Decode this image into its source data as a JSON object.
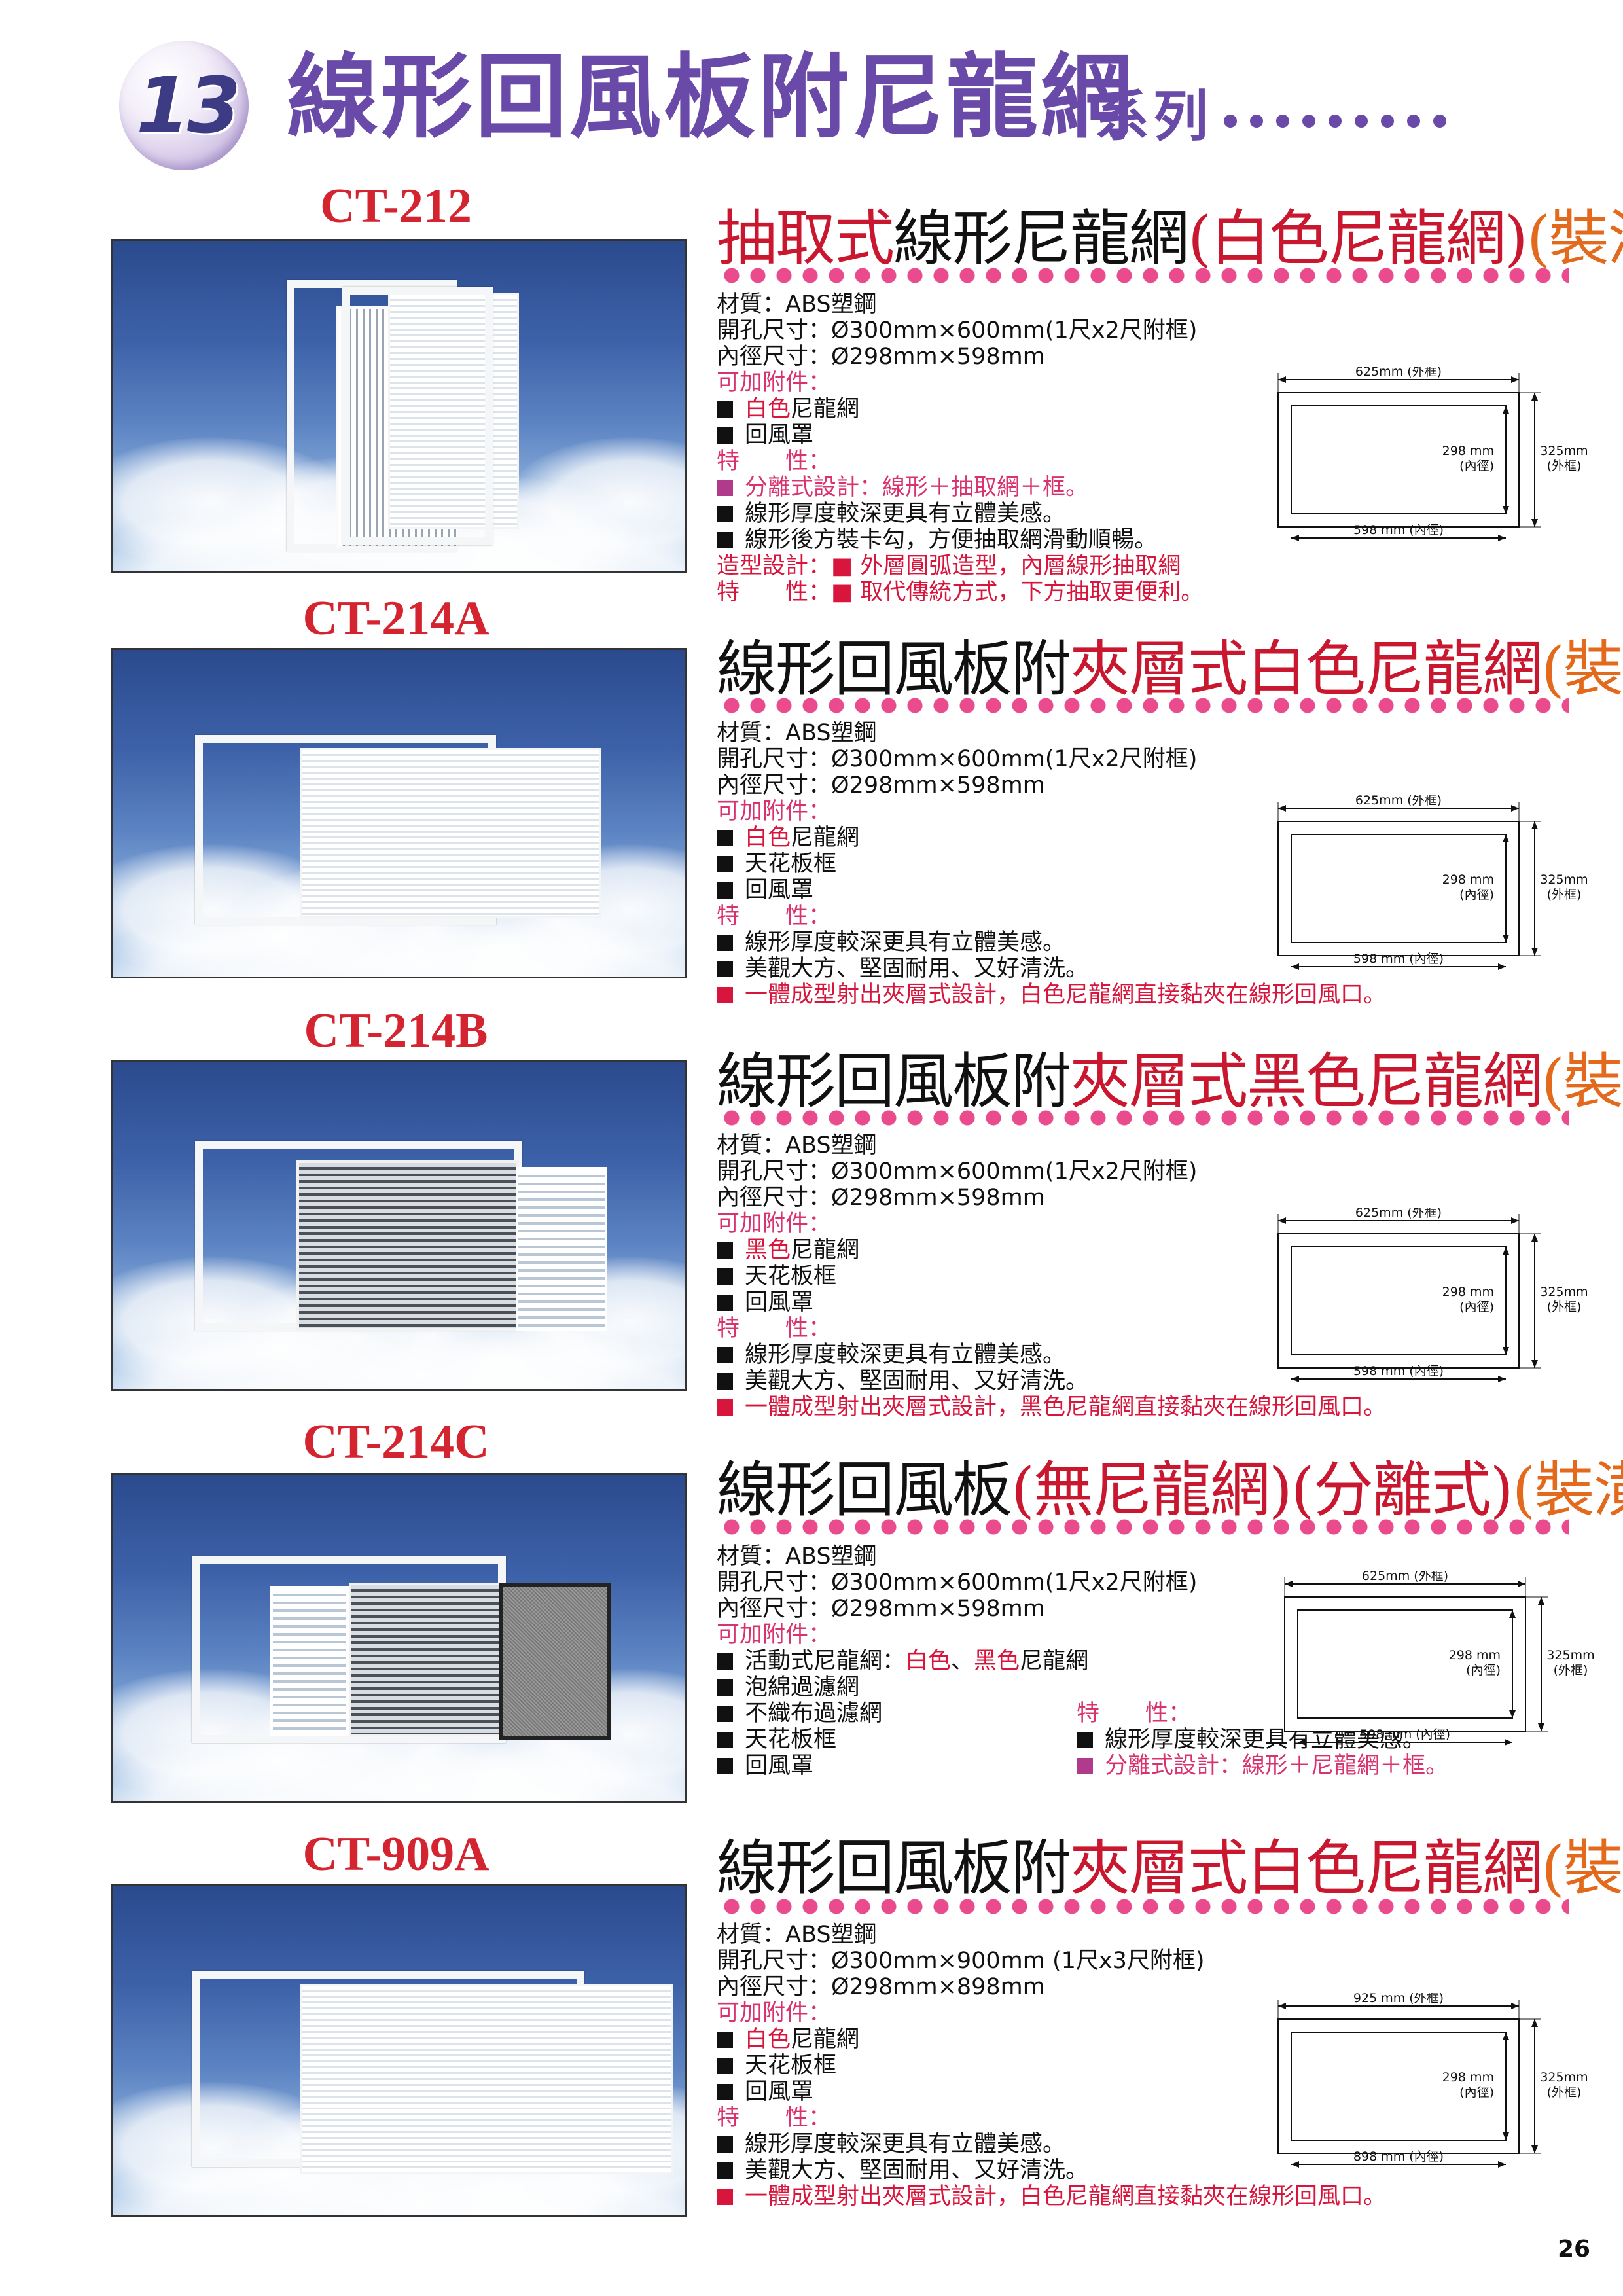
{
  "header": {
    "number": "13",
    "title": "線形回風板附尼龍網",
    "subtitle": "系列"
  },
  "page_number": "26",
  "products": [
    {
      "model": "CT-212",
      "heading": [
        {
          "t": "抽取式",
          "c": "red"
        },
        {
          "t": "線形尼龍網",
          "c": "blk"
        },
        {
          "t": "(白色尼龍網)",
          "c": "red"
        },
        {
          "t": "(裝潢用)",
          "c": "org"
        }
      ],
      "lines": [
        {
          "segs": [
            {
              "t": "材質：ABS塑鋼"
            }
          ]
        },
        {
          "segs": [
            {
              "t": "開孔尺寸：Ø300mm×600mm(1尺x2尺附框)"
            }
          ]
        },
        {
          "segs": [
            {
              "t": "內徑尺寸：Ø298mm×598mm"
            }
          ]
        },
        {
          "segs": [
            {
              "t": "可加附件：",
              "c": "pk"
            }
          ]
        },
        {
          "b": "k",
          "segs": [
            {
              "t": "白色",
              "c": "rd"
            },
            {
              "t": "尼龍網"
            }
          ]
        },
        {
          "b": "k",
          "segs": [
            {
              "t": "回風罩"
            }
          ]
        },
        {
          "segs": [
            {
              "t": "特　　性：",
              "c": "pk"
            }
          ]
        },
        {
          "b": "p",
          "segs": [
            {
              "t": "分離式設計：線形＋抽取網＋框。",
              "c": "pk"
            }
          ]
        },
        {
          "b": "k",
          "segs": [
            {
              "t": "線形厚度較深更具有立體美感。"
            }
          ]
        },
        {
          "b": "k",
          "segs": [
            {
              "t": "線形後方裝卡勾，方便抽取網滑動順暢。"
            }
          ]
        },
        {
          "segs": [
            {
              "t": "造型設計：",
              "c": "rd"
            },
            {
              "t": "■",
              "c": "rd"
            },
            {
              "t": " 外層圓弧造型，內層線形抽取網",
              "c": "rd"
            }
          ]
        },
        {
          "segs": [
            {
              "t": "特　　性：",
              "c": "rd"
            },
            {
              "t": "■",
              "c": "rd"
            },
            {
              "t": " 取代傳統方式，下方抽取更便利。",
              "c": "rd"
            }
          ]
        }
      ],
      "dims": {
        "outer_w": "625mm (外框)",
        "inner_h": "298 mm",
        "inner_h_note": "(內徑)",
        "outer_h": "325mm",
        "outer_h_note": "(外框)",
        "inner_w": "598 mm (內徑)"
      }
    },
    {
      "model": "CT-214A",
      "heading": [
        {
          "t": "線形回風板附",
          "c": "blk"
        },
        {
          "t": "夾層式白色尼龍網",
          "c": "red"
        },
        {
          "t": "(裝潢用)",
          "c": "org"
        }
      ],
      "lines": [
        {
          "segs": [
            {
              "t": "材質：ABS塑鋼"
            }
          ]
        },
        {
          "segs": [
            {
              "t": "開孔尺寸：Ø300mm×600mm(1尺x2尺附框)"
            }
          ]
        },
        {
          "segs": [
            {
              "t": "內徑尺寸：Ø298mm×598mm"
            }
          ]
        },
        {
          "segs": [
            {
              "t": "可加附件：",
              "c": "pk"
            }
          ]
        },
        {
          "b": "k",
          "segs": [
            {
              "t": "白色",
              "c": "rd"
            },
            {
              "t": "尼龍網"
            }
          ]
        },
        {
          "b": "k",
          "segs": [
            {
              "t": "天花板框"
            }
          ]
        },
        {
          "b": "k",
          "segs": [
            {
              "t": "回風罩"
            }
          ]
        },
        {
          "segs": [
            {
              "t": "特　　性：",
              "c": "pk"
            }
          ]
        },
        {
          "b": "k",
          "segs": [
            {
              "t": "線形厚度較深更具有立體美感。"
            }
          ]
        },
        {
          "b": "k",
          "segs": [
            {
              "t": "美觀大方、堅固耐用、又好清洗。"
            }
          ]
        },
        {
          "b": "r",
          "segs": [
            {
              "t": "一體成型射出夾層式設計，白色尼龍網直接黏夾在線形回風口。",
              "c": "rd"
            }
          ]
        }
      ],
      "dims": {
        "outer_w": "625mm (外框)",
        "inner_h": "298 mm",
        "inner_h_note": "(內徑)",
        "outer_h": "325mm",
        "outer_h_note": "(外框)",
        "inner_w": "598 mm (內徑)"
      }
    },
    {
      "model": "CT-214B",
      "heading": [
        {
          "t": "線形回風板附",
          "c": "blk"
        },
        {
          "t": "夾層式黑色尼龍網",
          "c": "red"
        },
        {
          "t": "(裝潢用)",
          "c": "org"
        }
      ],
      "lines": [
        {
          "segs": [
            {
              "t": "材質：ABS塑鋼"
            }
          ]
        },
        {
          "segs": [
            {
              "t": "開孔尺寸：Ø300mm×600mm(1尺x2尺附框)"
            }
          ]
        },
        {
          "segs": [
            {
              "t": "內徑尺寸：Ø298mm×598mm"
            }
          ]
        },
        {
          "segs": [
            {
              "t": "可加附件：",
              "c": "pk"
            }
          ]
        },
        {
          "b": "k",
          "segs": [
            {
              "t": "黑色",
              "c": "rd"
            },
            {
              "t": "尼龍網"
            }
          ]
        },
        {
          "b": "k",
          "segs": [
            {
              "t": "天花板框"
            }
          ]
        },
        {
          "b": "k",
          "segs": [
            {
              "t": "回風罩"
            }
          ]
        },
        {
          "segs": [
            {
              "t": "特　　性：",
              "c": "pk"
            }
          ]
        },
        {
          "b": "k",
          "segs": [
            {
              "t": "線形厚度較深更具有立體美感。"
            }
          ]
        },
        {
          "b": "k",
          "segs": [
            {
              "t": "美觀大方、堅固耐用、又好清洗。"
            }
          ]
        },
        {
          "b": "r",
          "segs": [
            {
              "t": "一體成型射出夾層式設計，黑色尼龍網直接黏夾在線形回風口。",
              "c": "rd"
            }
          ]
        }
      ],
      "dims": {
        "outer_w": "625mm (外框)",
        "inner_h": "298 mm",
        "inner_h_note": "(內徑)",
        "outer_h": "325mm",
        "outer_h_note": "(外框)",
        "inner_w": "598 mm (內徑)"
      }
    },
    {
      "model": "CT-214C",
      "heading": [
        {
          "t": "線形回風板",
          "c": "blk"
        },
        {
          "t": "(無尼龍網)(分離式)",
          "c": "red"
        },
        {
          "t": "(裝潢用)",
          "c": "org"
        }
      ],
      "lines": [
        {
          "segs": [
            {
              "t": "材質：ABS塑鋼"
            }
          ]
        },
        {
          "segs": [
            {
              "t": "開孔尺寸：Ø300mm×600mm(1尺x2尺附框)"
            }
          ]
        },
        {
          "segs": [
            {
              "t": "內徑尺寸：Ø298mm×598mm"
            }
          ]
        },
        {
          "segs": [
            {
              "t": "可加附件：",
              "c": "pk"
            }
          ]
        },
        {
          "b": "k",
          "segs": [
            {
              "t": "活動式尼龍網："
            },
            {
              "t": "白色",
              "c": "rd"
            },
            {
              "t": "、"
            },
            {
              "t": "黑色",
              "c": "rd"
            },
            {
              "t": "尼龍網"
            }
          ]
        },
        {
          "b": "k",
          "segs": [
            {
              "t": "泡綿過濾網"
            }
          ]
        },
        {
          "b": "k",
          "segs": [
            {
              "t": "不織布過濾網"
            }
          ]
        },
        {
          "b": "k",
          "segs": [
            {
              "t": "天花板框"
            }
          ]
        },
        {
          "b": "k",
          "segs": [
            {
              "t": "回風罩"
            }
          ]
        }
      ],
      "features_title": "特　　性：",
      "features": [
        {
          "b": "k",
          "t": "線形厚度較深更具有立體美感。",
          "c": ""
        },
        {
          "b": "p",
          "t": "分離式設計：線形＋尼龍網＋框。",
          "c": "pk"
        }
      ],
      "dims": {
        "outer_w": "625mm (外框)",
        "inner_h": "298 mm",
        "inner_h_note": "(內徑)",
        "outer_h": "325mm",
        "outer_h_note": "(外框)",
        "inner_w": "598 mm (內徑)"
      }
    },
    {
      "model": "CT-909A",
      "heading": [
        {
          "t": "線形回風板附",
          "c": "blk"
        },
        {
          "t": "夾層式白色尼龍網",
          "c": "red"
        },
        {
          "t": "(裝潢用)",
          "c": "org"
        }
      ],
      "lines": [
        {
          "segs": [
            {
              "t": "材質：ABS塑鋼"
            }
          ]
        },
        {
          "segs": [
            {
              "t": "開孔尺寸：Ø300mm×900mm (1尺x3尺附框)"
            }
          ]
        },
        {
          "segs": [
            {
              "t": "內徑尺寸：Ø298mm×898mm"
            }
          ]
        },
        {
          "segs": [
            {
              "t": "可加附件：",
              "c": "pk"
            }
          ]
        },
        {
          "b": "k",
          "segs": [
            {
              "t": "白色",
              "c": "rd"
            },
            {
              "t": "尼龍網"
            }
          ]
        },
        {
          "b": "k",
          "segs": [
            {
              "t": "天花板框"
            }
          ]
        },
        {
          "b": "k",
          "segs": [
            {
              "t": "回風罩"
            }
          ]
        },
        {
          "segs": [
            {
              "t": "特　　性：",
              "c": "pk"
            }
          ]
        },
        {
          "b": "k",
          "segs": [
            {
              "t": "線形厚度較深更具有立體美感。"
            }
          ]
        },
        {
          "b": "k",
          "segs": [
            {
              "t": "美觀大方、堅固耐用、又好清洗。"
            }
          ]
        },
        {
          "b": "r",
          "segs": [
            {
              "t": "一體成型射出夾層式設計，白色尼龍網直接黏夾在線形回風口。",
              "c": "rd"
            }
          ]
        }
      ],
      "dims": {
        "outer_w": "925 mm (外框)",
        "inner_h": "298 mm",
        "inner_h_note": "(內徑)",
        "outer_h": "325mm",
        "outer_h_note": "(外框)",
        "inner_w": "898 mm (內徑)"
      }
    }
  ]
}
